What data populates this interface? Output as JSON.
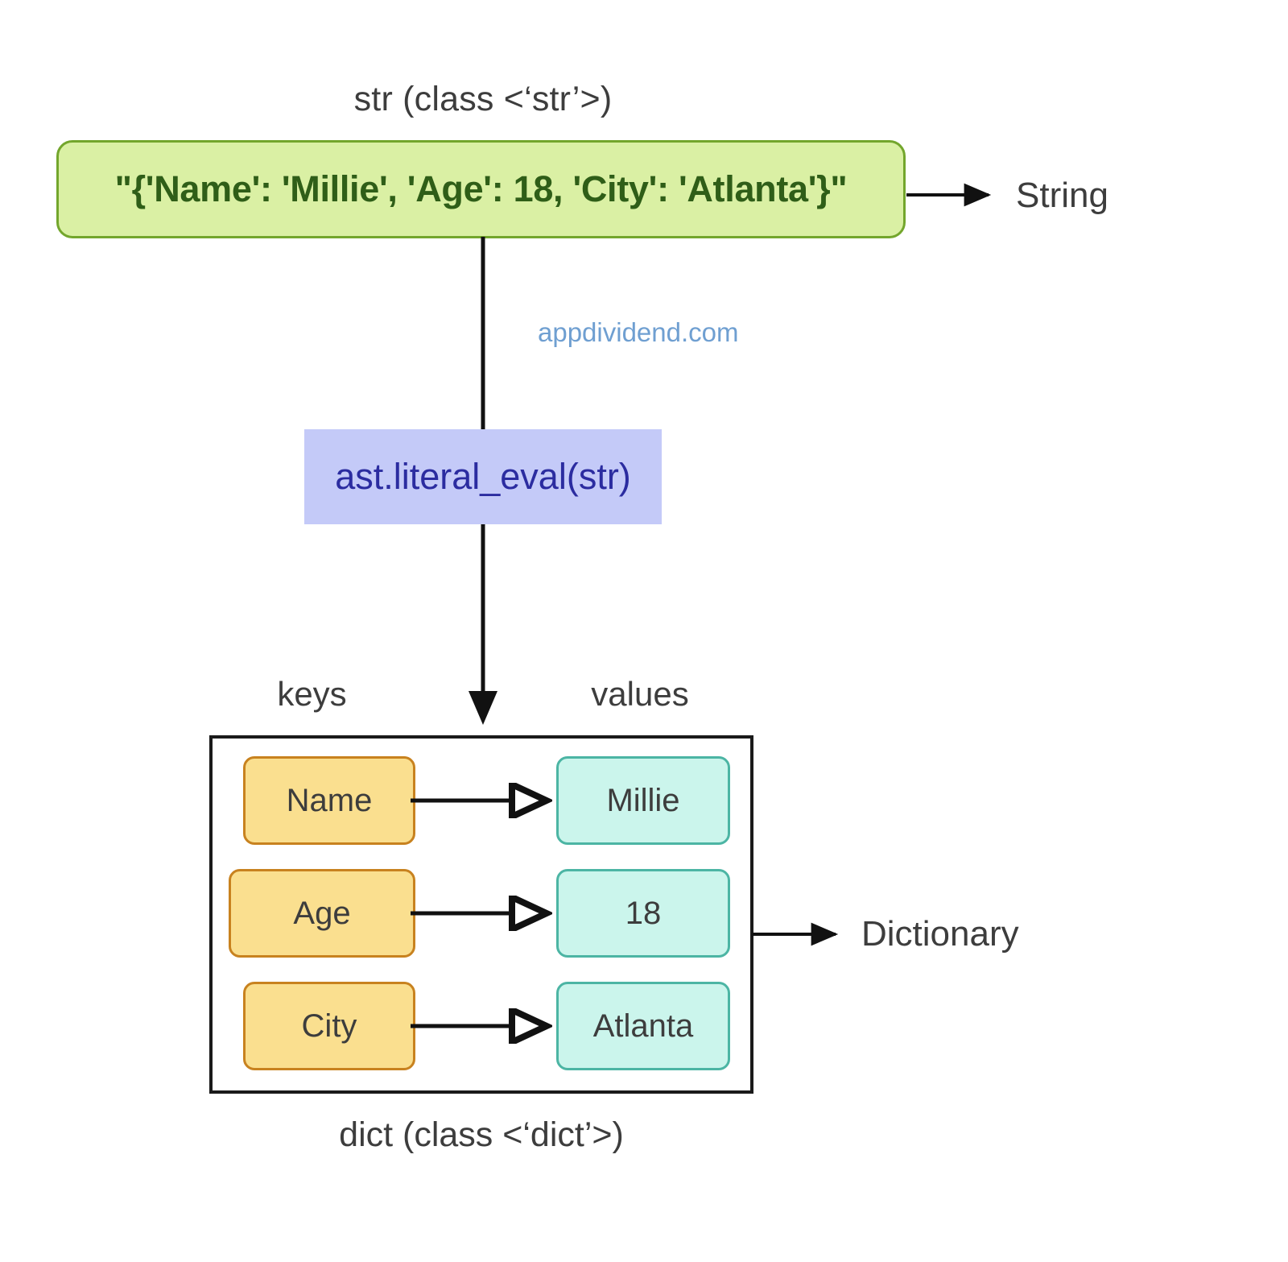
{
  "diagram": {
    "title_top": "str (class <‘str’>)",
    "caption_bottom": "dict (class <‘dict’>)",
    "watermark": "appdividend.com",
    "string_value": "\"{'Name': 'Millie', 'Age': 18, 'City': 'Atlanta'}\"",
    "string_annotation": "String",
    "function_label": "ast.literal_eval(str)",
    "dict_annotation": "Dictionary",
    "column_headers": {
      "keys": "keys",
      "values": "values"
    },
    "pairs": [
      {
        "key": "Name",
        "value": "Millie"
      },
      {
        "key": "Age",
        "value": "18"
      },
      {
        "key": "City",
        "value": "Atlanta"
      }
    ],
    "colors": {
      "string_box_fill": "#daf0a4",
      "string_box_border": "#73a62c",
      "string_box_text": "#2f5e18",
      "function_box_fill": "#c4caf8",
      "function_box_text": "#2b2ca0",
      "key_box_fill": "#fadf8f",
      "key_box_border": "#c8821f",
      "value_box_fill": "#cbf5ec",
      "value_box_border": "#4cb5a4",
      "dict_border": "#1a1a1a",
      "watermark_text": "#6f9fd1",
      "label_text": "#3d3d3d",
      "arrow": "#111111",
      "background": "#ffffff"
    }
  }
}
